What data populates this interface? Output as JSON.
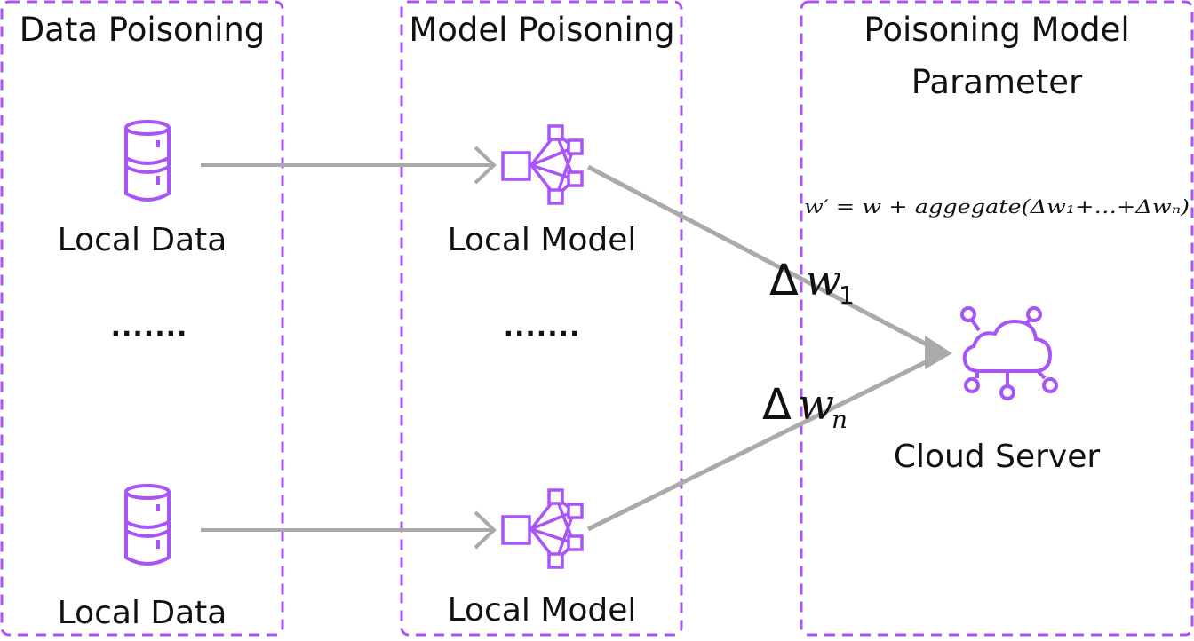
{
  "colors": {
    "accent": "#a855f7",
    "arrow": "#aaaaaa",
    "text": "#111111"
  },
  "panels": {
    "data_poisoning": {
      "title": "Data Poisoning"
    },
    "model_poisoning": {
      "title": "Model Poisoning"
    },
    "parameter_poisoning": {
      "title_line1": "Poisoning Model",
      "title_line2": "Parameter"
    }
  },
  "nodes": {
    "local_data_top": {
      "label": "Local Data",
      "icon": "database-icon"
    },
    "local_data_bottom": {
      "label": "Local Data",
      "icon": "database-icon"
    },
    "local_model_top": {
      "label": "Local Model",
      "icon": "neural-network-icon"
    },
    "local_model_bottom": {
      "label": "Local Model",
      "icon": "neural-network-icon"
    },
    "cloud_server": {
      "label": "Cloud Server",
      "icon": "cloud-network-icon"
    },
    "ellipsis_data": "·······",
    "ellipsis_model": "·······"
  },
  "updates": {
    "delta_1": {
      "symbol": "Δ",
      "var": "w",
      "sub": "1"
    },
    "delta_n": {
      "symbol": "Δ",
      "var": "w",
      "sub": "n"
    }
  },
  "formula": "w′ = w + aggegate(Δw₁+…+Δwₙ)"
}
